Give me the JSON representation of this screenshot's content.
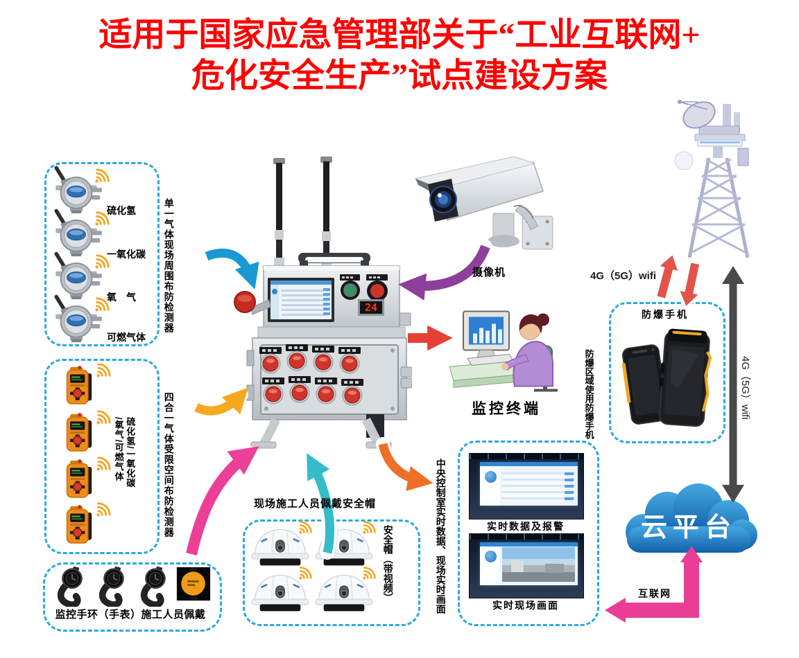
{
  "title": {
    "line1": "适用于国家应急管理部关于“工业互联网+",
    "line2": "危化安全生产”试点建设方案"
  },
  "left_column": {
    "single_gas_box": {
      "side_label": "单一气体现场周围布防检测器",
      "detectors": [
        {
          "label": "硫化氢"
        },
        {
          "label": "一氧化碳"
        },
        {
          "label": "氧　气"
        },
        {
          "label": "可燃气体"
        }
      ]
    },
    "four_gas_box": {
      "side_label": "四合一气体受限空间布防检测器",
      "inner_label_col_right": "硫化氢/一氧化碳",
      "inner_label_col_left": "/氧气/可燃气体"
    },
    "wristband_box": {
      "caption": "监控手环（手表）施工人员佩戴"
    }
  },
  "center": {
    "device": {
      "display_value": "24"
    },
    "camera": {
      "caption": "摄像机"
    },
    "terminal": {
      "caption": "监控终端"
    },
    "helmet_box": {
      "top_caption": "现场施工人员佩戴安全帽",
      "side_label": "安全帽（带视频）"
    }
  },
  "control_room": {
    "side_label": "中央控制室实时数据、现场实时画面",
    "screen1_caption": "实时数据及报警",
    "screen2_caption": "实时现场画面"
  },
  "right_column": {
    "wifi_label": "4G（5G）wifi",
    "phone_box": {
      "caption": "防爆手机",
      "side_label": "防爆区域使用防爆手机"
    },
    "vertical_link_label": "4G（5G）wifi",
    "cloud_label": "云平台",
    "internet_label": "互联网"
  },
  "colors": {
    "title_red": "#fe0000",
    "dashed_box_blue": "#2aa8e0",
    "arrow_blue": "#1899d5",
    "arrow_purple": "#8d3f9b",
    "arrow_red": "#e63f36",
    "arrow_orange": "#ee6f27",
    "arrow_yellow": "#f6a91f",
    "arrow_pink": "#ec3f97",
    "arrow_cyan": "#35bcca",
    "arrow_black": "#4a4a4a",
    "cloud_blue": "#1565ae",
    "wifi_yellow": "#f5a31c"
  }
}
